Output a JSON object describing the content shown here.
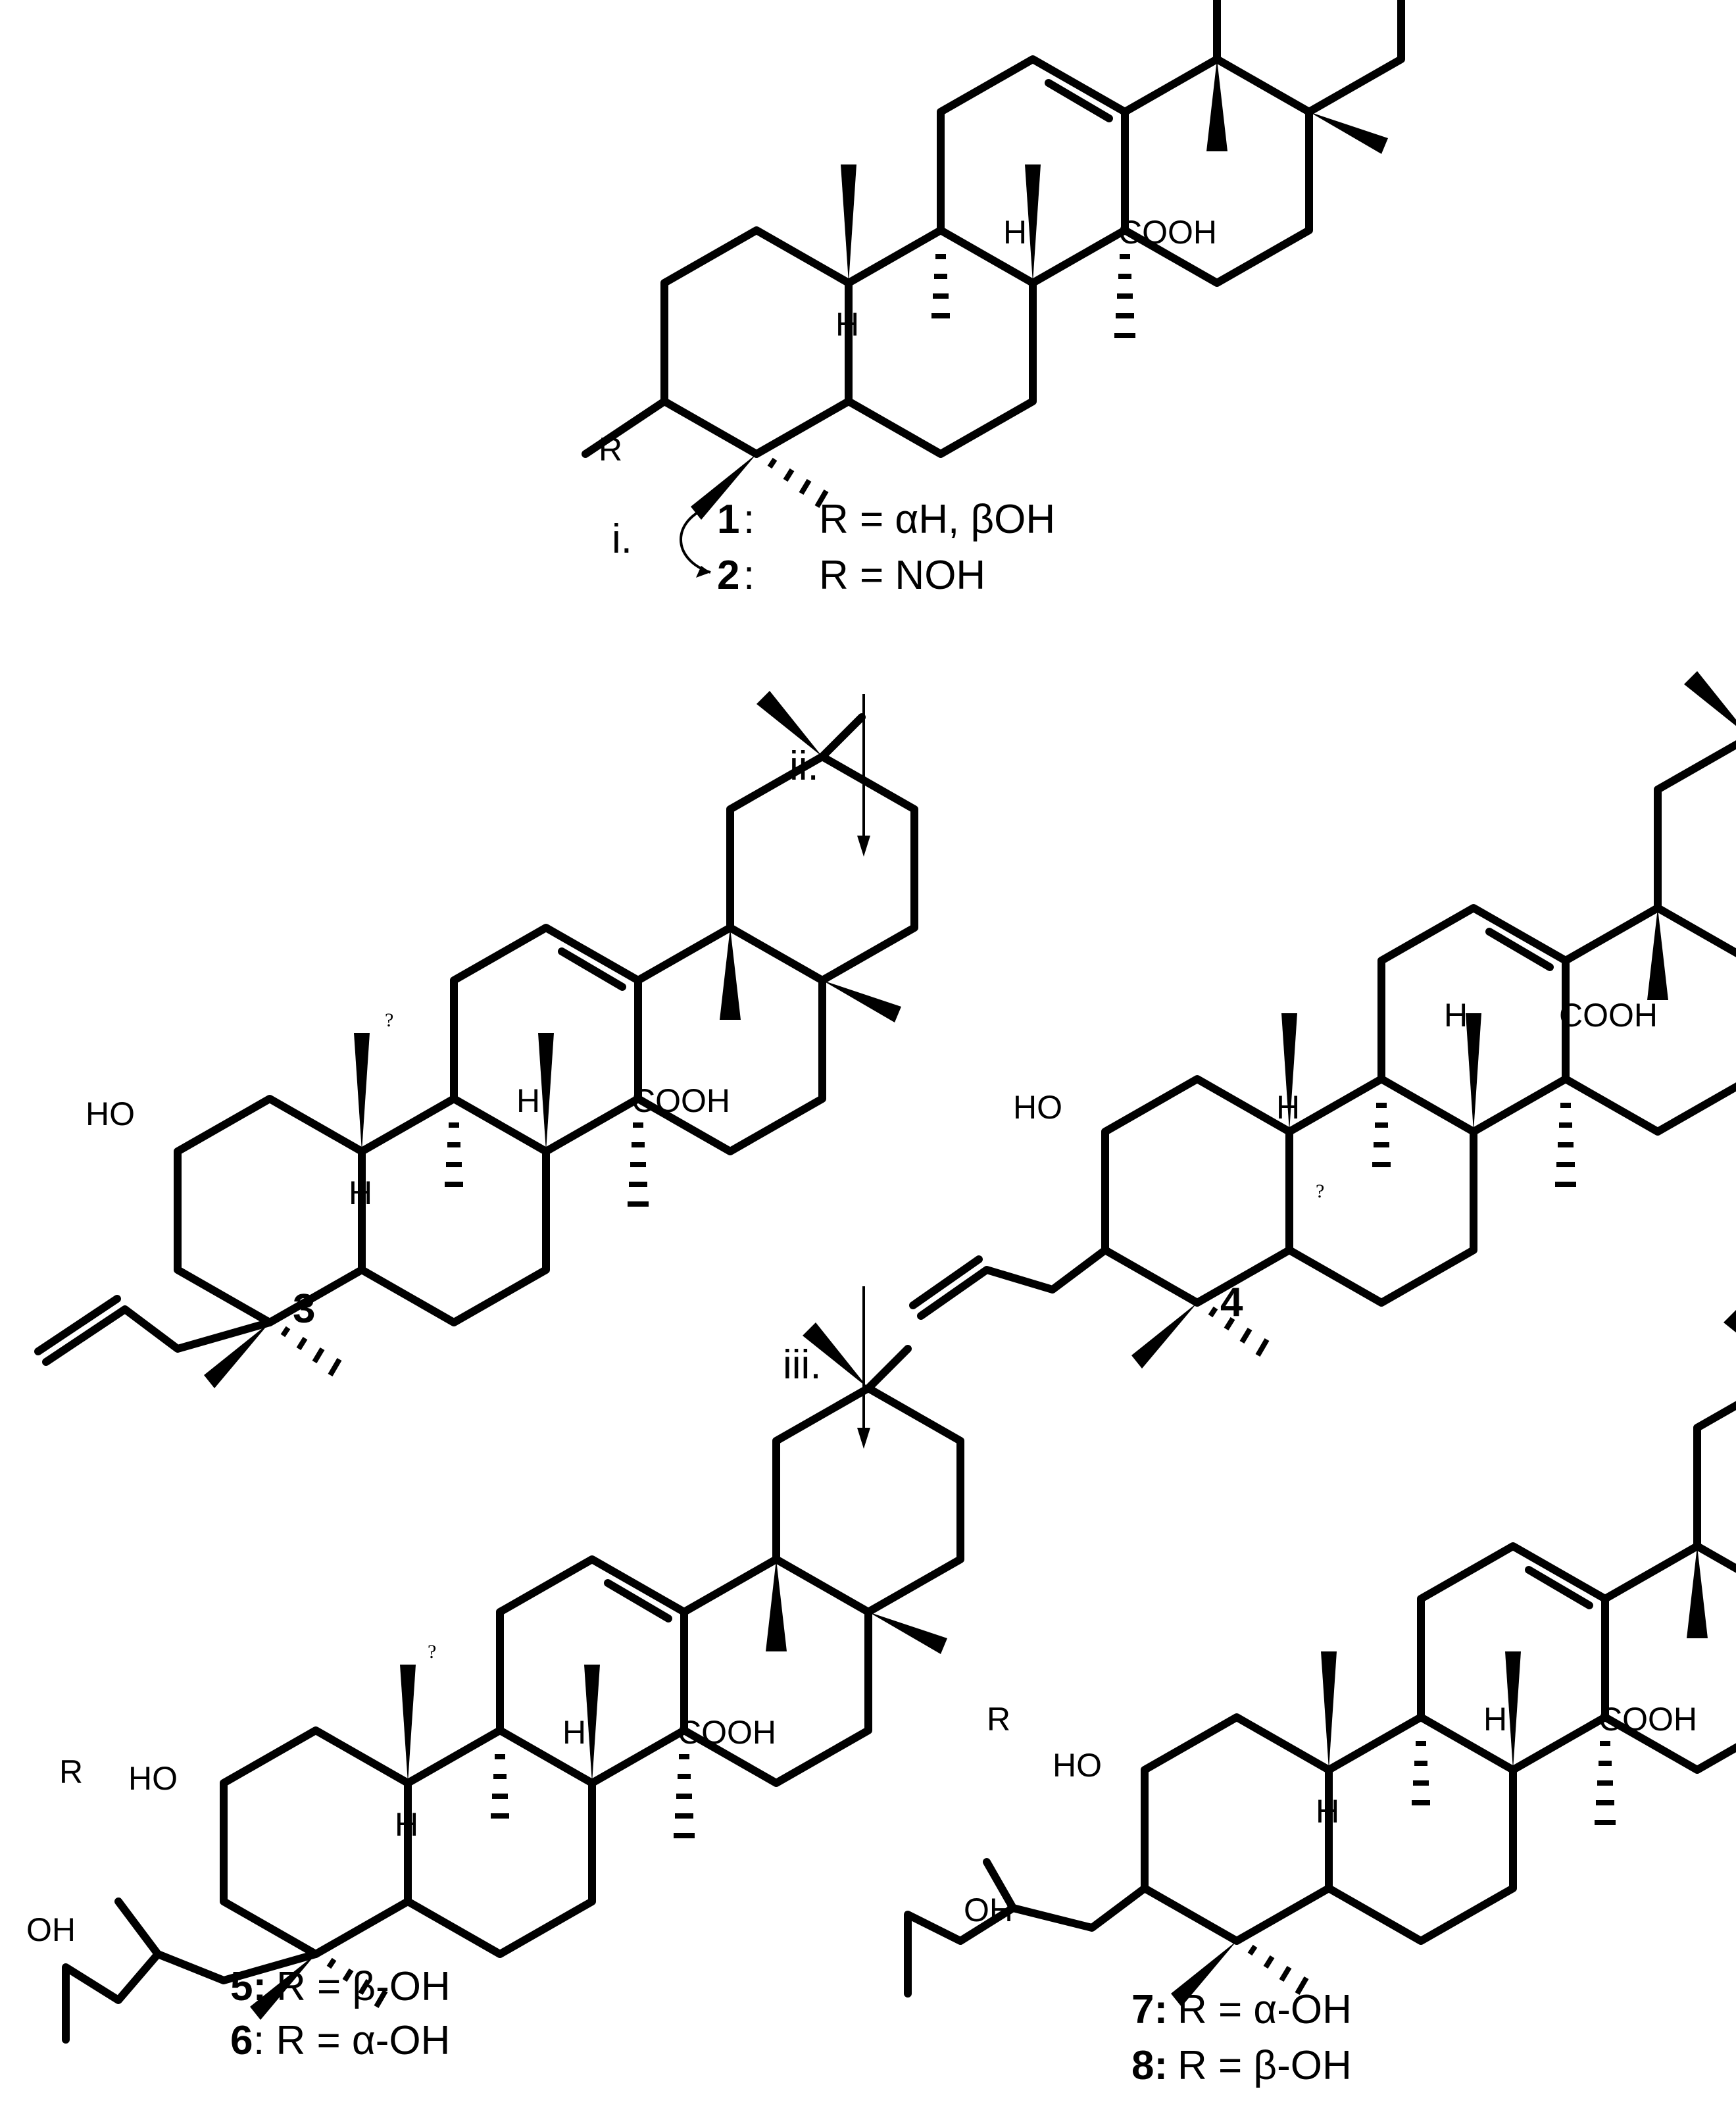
{
  "reagents": {
    "step_i": "i.",
    "step_ii": "ii.",
    "step_iii": "iii."
  },
  "substituent_R": "R",
  "atoms": {
    "cooh": "COOH",
    "h": "H",
    "ho": "HO",
    "oh": "OH",
    "unknown_stereo": "?"
  },
  "compounds": {
    "c1": {
      "number": "1",
      "sep": ":",
      "text": "R = αH, βOH"
    },
    "c2": {
      "number": "2",
      "sep": ":",
      "text": "R = NOH"
    },
    "c3": {
      "number": "3"
    },
    "c4": {
      "number": "4"
    },
    "c5": {
      "number": "5:",
      "text": " R = β-OH"
    },
    "c6": {
      "number": "6",
      "text": ": R = α-OH"
    },
    "c7": {
      "number": "7:",
      "text": " R = α-OH"
    },
    "c8": {
      "number": "8:",
      "text": " R = β-OH"
    }
  }
}
